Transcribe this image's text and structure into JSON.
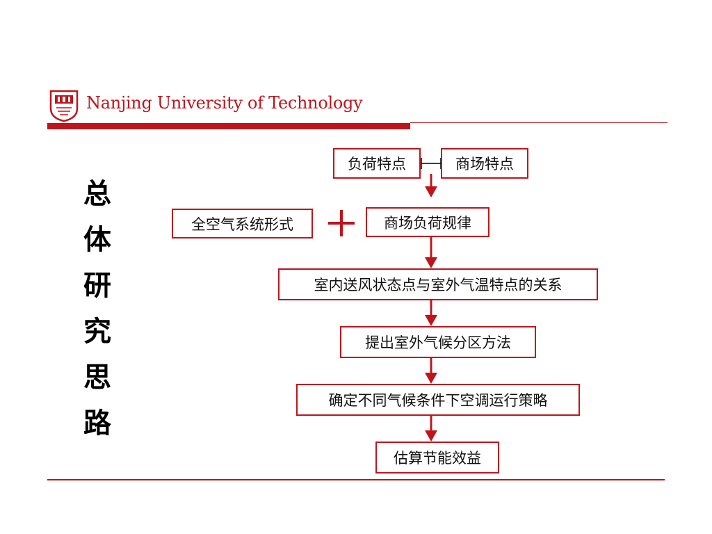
{
  "header": {
    "university_name": "Nanjing University of Technology"
  },
  "slide": {
    "vertical_title": [
      "总",
      "体",
      "研",
      "究",
      "思",
      "路"
    ]
  },
  "flow": {
    "load_characteristics": "负荷特点",
    "mall_characteristics": "商场特点",
    "all_air_system": "全空气系统形式",
    "mall_load_pattern": "商场负荷规律",
    "relation": "室内送风状态点与室外气温特点的关系",
    "climate_zoning": "提出室外气候分区方法",
    "operation_strategy": "确定不同气候条件下空调运行策略",
    "energy_benefit": "估算节能效益"
  },
  "colors": {
    "accent": "#c0141c"
  }
}
